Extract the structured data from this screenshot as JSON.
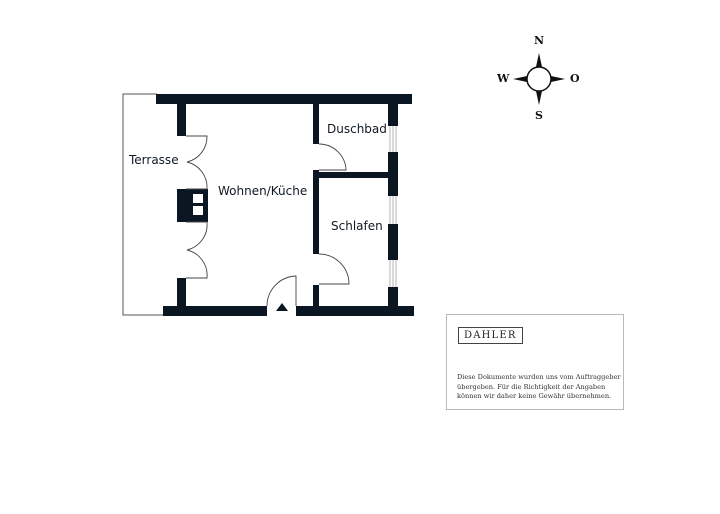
{
  "floor_plan": {
    "rooms": [
      {
        "id": "terrasse",
        "label": "Terrasse"
      },
      {
        "id": "wohnen",
        "label": "Wohnen/Küche"
      },
      {
        "id": "duschbad",
        "label": "Duschbad"
      },
      {
        "id": "schlafen",
        "label": "Schlafen"
      }
    ],
    "wall_color": "#0b1623",
    "entrance_icon": "entrance-arrow-icon"
  },
  "compass": {
    "north": "N",
    "west": "W",
    "east": "O",
    "south": "S"
  },
  "info_box": {
    "logo": "DAHLER",
    "disclaimer_lines": [
      "Diese Dokumente wurden uns vom Auftraggeber",
      "übergeben. Für die Richtigkeit der Angaben",
      "können wir daher keine Gewähr übernehmen."
    ]
  }
}
